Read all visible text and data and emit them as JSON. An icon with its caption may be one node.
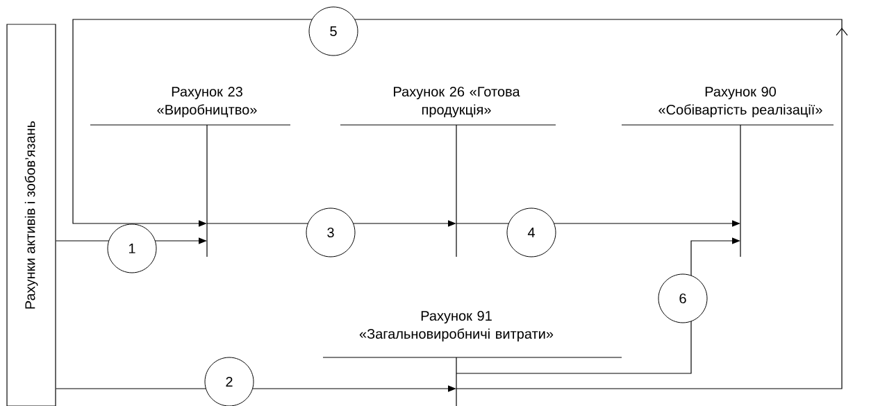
{
  "diagram": {
    "nodes": [
      {
        "text": [
          "Рахунки активів і зобов’язань"
        ]
      },
      {
        "text": [
          "Рахунок 23 «Виробництво»"
        ]
      },
      {
        "text": [
          "Рахунок 26 «Готова продукція»"
        ]
      },
      {
        "text": [
          "Рахунок 90 «Собівартість реалізації»"
        ]
      },
      {
        "text": [
          "Рахунок 91 «Загальновиробничі витрати»"
        ]
      }
    ],
    "edges": [
      {
        "from": 0,
        "to": 1,
        "arrow": "to",
        "label": "1"
      },
      {
        "from": 0,
        "to": 4,
        "arrow": "to",
        "label": "2"
      },
      {
        "from": 1,
        "to": 2,
        "arrow": "to",
        "label": "3"
      },
      {
        "from": 2,
        "to": 3,
        "arrow": "to",
        "label": "4"
      },
      {
        "from": 4,
        "to": 1,
        "arrow": "to",
        "label": "5"
      },
      {
        "from": 4,
        "to": 3,
        "arrow": "to",
        "label": "6"
      }
    ]
  }
}
